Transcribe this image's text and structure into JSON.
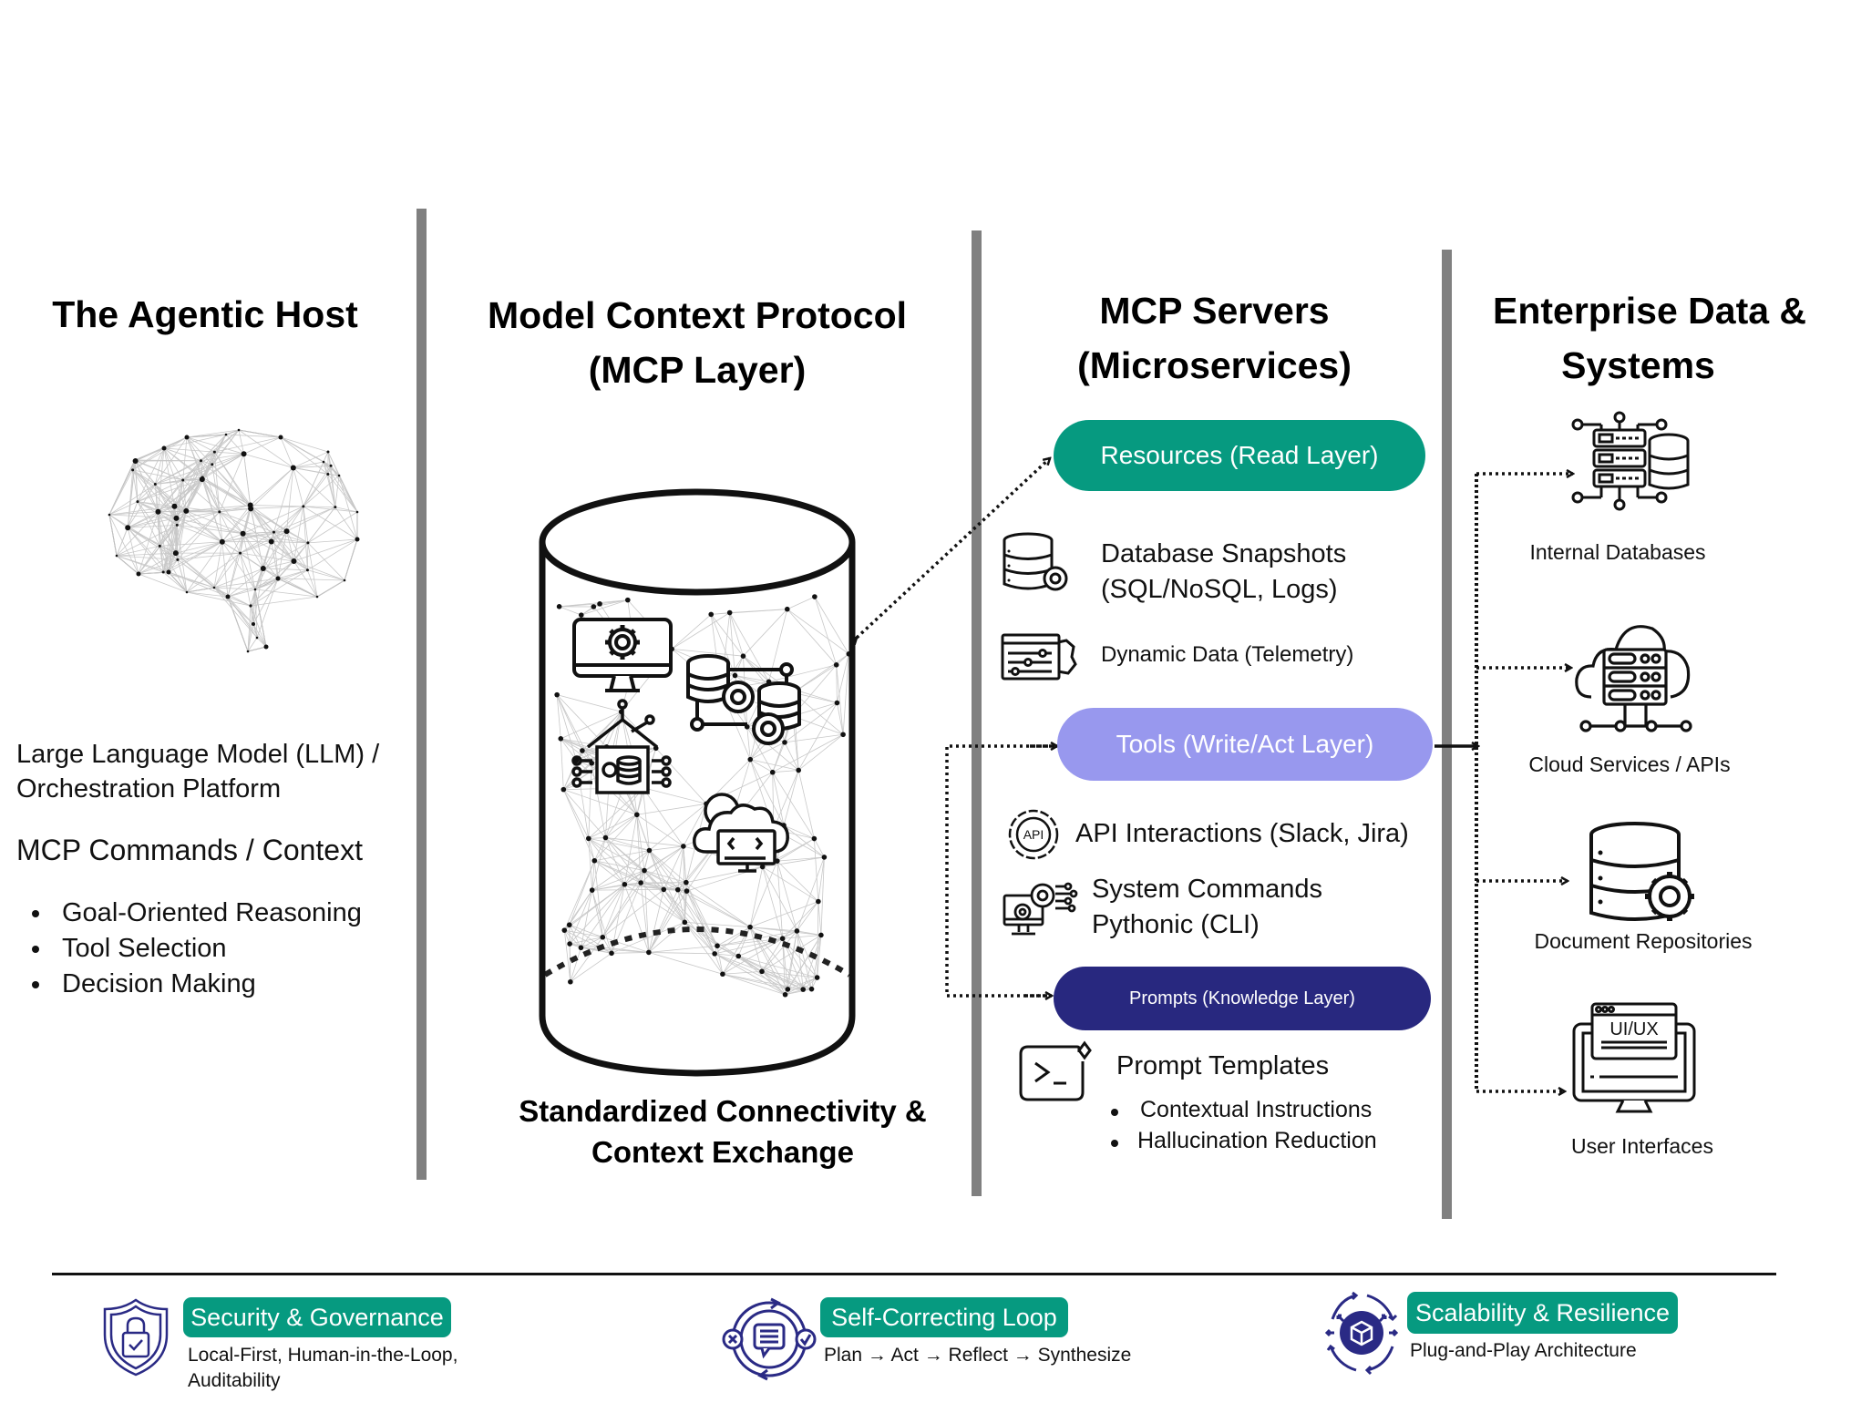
{
  "columns": {
    "host": {
      "title": "The Agentic Host",
      "description_lines": [
        "Large Language Model (LLM) /",
        "Orchestration Platform"
      ],
      "subheading": "MCP Commands / Context",
      "bullets": [
        "Goal-Oriented Reasoning",
        "Tool Selection",
        "Decision Making"
      ],
      "icon": "brain-network-icon"
    },
    "mcp_layer": {
      "title_lines": [
        "Model Context Protocol",
        "(MCP Layer)"
      ],
      "caption_lines": [
        "Standardized Connectivity &",
        "Context Exchange"
      ],
      "icons": [
        "monitor-gear-icon",
        "database-network-gears-icon",
        "smart-home-database-icon",
        "cloud-code-icon"
      ]
    },
    "servers": {
      "title_lines": [
        "MCP Servers",
        "(Microservices)"
      ],
      "resources": {
        "label": "Resources (Read Layer)",
        "color": "#069a80",
        "items": [
          {
            "icon": "database-gear-icon",
            "lines": [
              "Database Snapshots",
              "(SQL/NoSQL, Logs)"
            ]
          },
          {
            "icon": "sliders-window-gear-icon",
            "lines": [
              "Dynamic Data (Telemetry)"
            ]
          }
        ]
      },
      "tools": {
        "label": "Tools (Write/Act Layer)",
        "color": "#9898ee",
        "items": [
          {
            "icon": "api-gear-icon",
            "lines": [
              "API Interactions (Slack, Jira)"
            ]
          },
          {
            "icon": "computer-gears-icon",
            "lines": [
              "System Commands",
              "Pythonic (CLI)"
            ]
          }
        ]
      },
      "prompts": {
        "label": "Prompts (Knowledge Layer)",
        "color": "#28287f",
        "items": [
          {
            "icon": "terminal-sparkle-icon",
            "lines": [
              "Prompt Templates"
            ],
            "bullets": [
              "Contextual Instructions",
              "Hallucination Reduction"
            ]
          }
        ]
      }
    },
    "enterprise": {
      "title_lines": [
        "Enterprise Data &",
        "Systems"
      ],
      "systems": [
        {
          "icon": "server-database-icon",
          "label": "Internal Databases"
        },
        {
          "icon": "cloud-server-icon",
          "label": "Cloud Services / APIs"
        },
        {
          "icon": "database-gear-icon",
          "label": "Document Repositories"
        },
        {
          "icon": "ui-ux-monitor-icon",
          "label": "User Interfaces"
        }
      ]
    }
  },
  "footer": {
    "items": [
      {
        "icon": "shield-lock-icon",
        "badge": "Security & Governance",
        "lines": [
          "Local-First, Human-in-the-Loop,",
          "Auditability"
        ]
      },
      {
        "icon": "loop-chat-icon",
        "badge": "Self-Correcting Loop",
        "lines": [
          "Plan → Act → Reflect → Synthesize"
        ]
      },
      {
        "icon": "cube-expand-icon",
        "badge": "Scalability & Resilience",
        "lines": [
          "Plug-and-Play Architecture"
        ]
      }
    ],
    "badge_color": "#069a80",
    "icon_color": "#2a2a85"
  },
  "colors": {
    "divider": "#808080",
    "text": "#111111"
  }
}
